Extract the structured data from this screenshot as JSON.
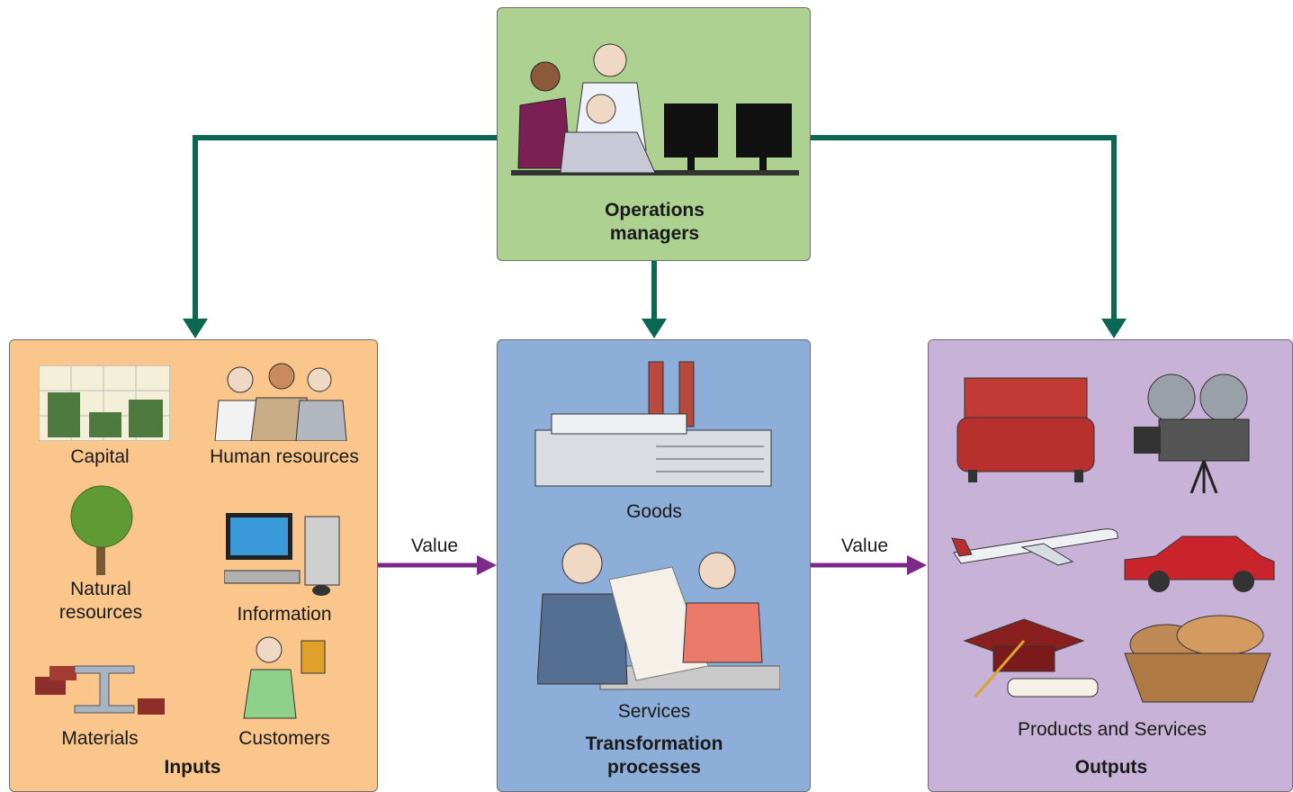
{
  "operations": {
    "title": "Operations managers"
  },
  "inputs": {
    "title": "Inputs",
    "items": [
      "Capital",
      "Human resources",
      "Natural resources",
      "Information",
      "Materials",
      "Customers"
    ]
  },
  "transformation": {
    "title": "Transformation processes",
    "goods": "Goods",
    "services": "Services"
  },
  "outputs": {
    "title": "Outputs",
    "caption": "Products and Services"
  },
  "flows": {
    "value_left": "Value",
    "value_right": "Value"
  },
  "colors": {
    "control_arrow": "#0b6652",
    "value_arrow": "#7b2a8a",
    "ops_fill": "#acd191",
    "inputs_fill": "#fac68c",
    "trans_fill": "#8daed8",
    "outputs_fill": "#c9b2d7"
  }
}
